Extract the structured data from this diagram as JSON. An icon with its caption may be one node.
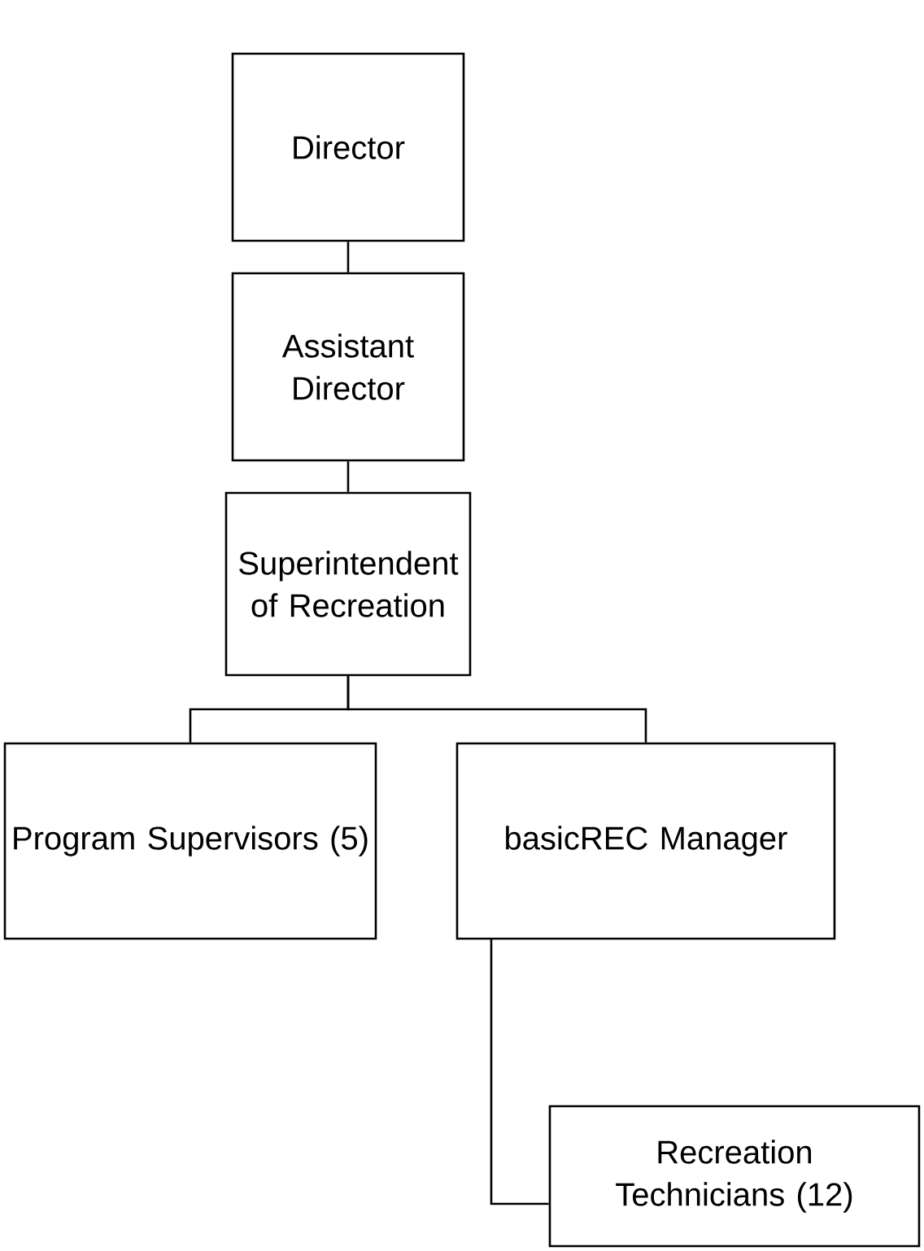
{
  "diagram": {
    "nodes": [
      {
        "text": [
          "Director"
        ]
      },
      {
        "text": [
          "Assistant Director"
        ]
      },
      {
        "text": [
          "Superintendent of Recreation"
        ]
      },
      {
        "text": [
          "Program Supervisors (5)"
        ]
      },
      {
        "text": [
          "basicREC Manager"
        ]
      },
      {
        "text": [
          "Recreation Technicians (12)"
        ]
      }
    ],
    "edges": [
      {
        "from": 0,
        "to": 1,
        "arrow": "none"
      },
      {
        "from": 1,
        "to": 2,
        "arrow": "none"
      },
      {
        "from": 2,
        "to": 3,
        "arrow": "none"
      },
      {
        "from": 2,
        "to": 4,
        "arrow": "none"
      },
      {
        "from": 4,
        "to": 5,
        "arrow": "none"
      }
    ]
  }
}
